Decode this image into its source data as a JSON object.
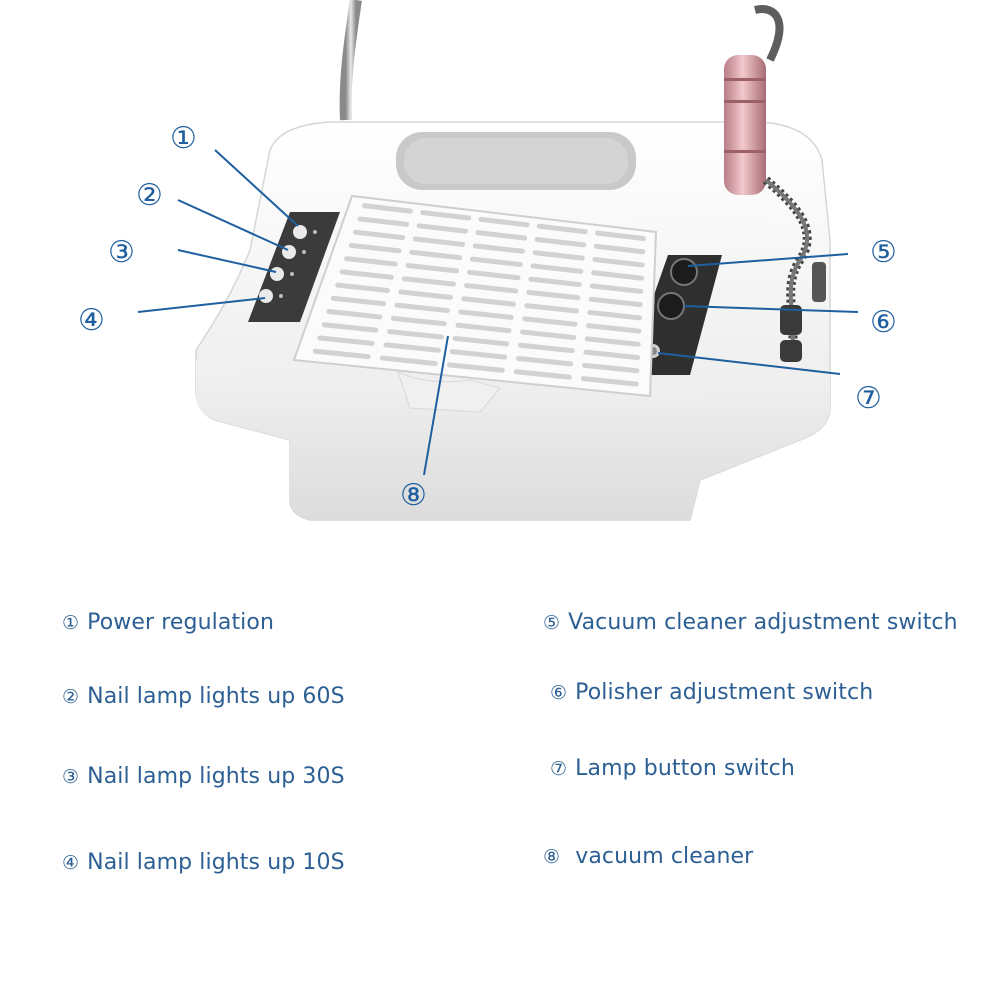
{
  "callouts": [
    "①",
    "②",
    "③",
    "④",
    "⑤",
    "⑥",
    "⑦",
    "⑧"
  ],
  "legend": [
    {
      "num": "①",
      "text": "Power regulation"
    },
    {
      "num": "②",
      "text": "Nail lamp lights up 60S"
    },
    {
      "num": "③",
      "text": "Nail lamp lights up 30S"
    },
    {
      "num": "④",
      "text": "Nail lamp lights up 10S"
    },
    {
      "num": "⑤",
      "text": "Vacuum cleaner  adjustment switch"
    },
    {
      "num": "⑥",
      "text": "Polisher adjustment switch"
    },
    {
      "num": "⑦",
      "text": "Lamp button switch"
    },
    {
      "num": "⑧",
      "text": " vacuum cleaner"
    }
  ],
  "colors": {
    "accent": "#2c5f93",
    "pen": "#d8a0a6",
    "body": "#f4f4f4"
  }
}
